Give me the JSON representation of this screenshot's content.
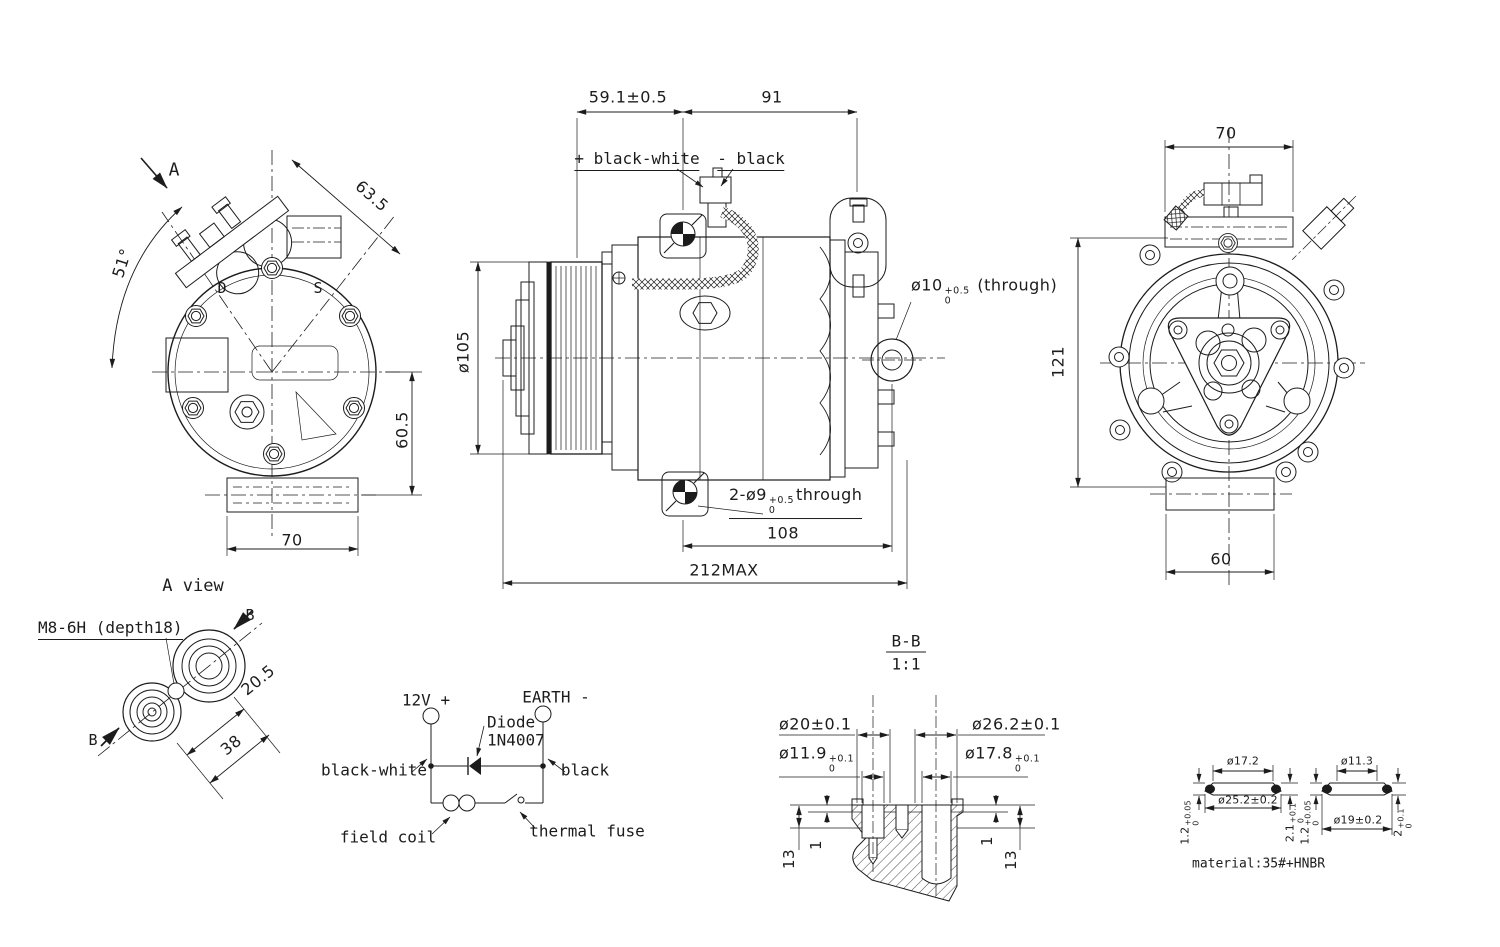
{
  "drawing": {
    "a_view": {
      "view_arrow": "A",
      "caption": "A view",
      "angle": "51°",
      "diagonal_width": "63.5",
      "discharge_port": "D",
      "suction_port": "S",
      "foot_offset": "60.5",
      "foot_width": "70"
    },
    "side_view": {
      "pulley_offset": "59.1±0.5",
      "body_span": "91",
      "positive_wire": "+ black-white",
      "negative_wire": "- black",
      "pulley_dia": "ø105",
      "ear_hole": {
        "base": "ø10",
        "tol_sup": "+0.5",
        "tol_sub": "0",
        "suffix": "(through)"
      },
      "lug_holes": {
        "base": "2-ø9",
        "tol_sup": "+0.5",
        "tol_sub": "0",
        "suffix": "through"
      },
      "lug_to_ear": "108",
      "overall_length": "212MAX"
    },
    "front_view": {
      "head_width": "70",
      "overall_height": "121",
      "foot_width": "60"
    },
    "port_detail": {
      "thread_note": "M8-6H (depth18)",
      "section_label": "B",
      "center_distance": "20.5",
      "overall_distance": "38"
    },
    "circuit": {
      "supply": "12V +",
      "earth": "EARTH -",
      "diode_name": "Diode",
      "diode_type": "1N4007",
      "positive_wire": "black-white",
      "negative_wire": "black",
      "coil": "field coil",
      "fuse": "thermal fuse"
    },
    "section_bb": {
      "title": "B-B",
      "scale": "1:1",
      "suction_od": "ø20±0.1",
      "discharge_od": "ø26.2±0.1",
      "suction_id": {
        "base": "ø11.9",
        "tol_sup": "+0.1",
        "tol_sub": "0"
      },
      "discharge_id": {
        "base": "ø17.8",
        "tol_sup": "+0.1",
        "tol_sub": "0"
      },
      "depth": "13",
      "step": "1"
    },
    "gaskets": {
      "material_note": "material:35#+HNBR",
      "gasket_left": {
        "inner_dia": "ø17.2",
        "outer_dia": "ø25.2±0.2",
        "thickness": {
          "base": "1.2",
          "tol_sup": "+0.05",
          "tol_sub": "0"
        },
        "edge_thickness": {
          "base": "2.1",
          "tol_sup": "+0.1",
          "tol_sub": "0"
        }
      },
      "gasket_right": {
        "inner_dia": "ø11.3",
        "outer_dia": "ø19±0.2",
        "thickness": {
          "base": "1.2",
          "tol_sup": "+0.05",
          "tol_sub": "0"
        },
        "edge_thickness": {
          "base": "2",
          "tol_sup": "+0.1",
          "tol_sub": "0"
        }
      }
    }
  },
  "colors": {
    "line": "#1c1c1c",
    "background": "#ffffff"
  }
}
